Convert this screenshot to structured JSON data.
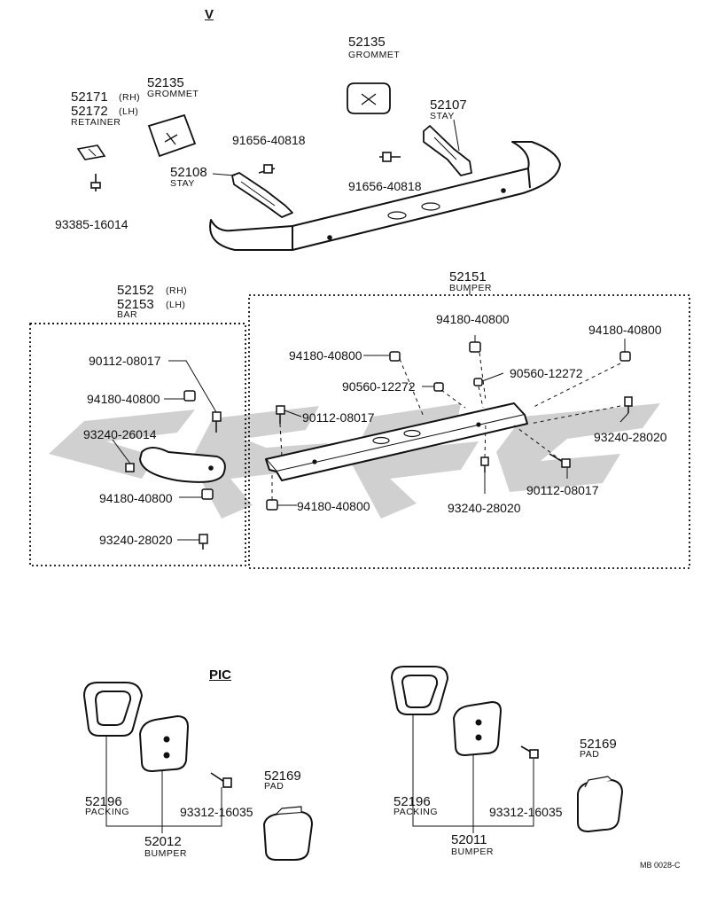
{
  "sections": {
    "v": "V",
    "pic": "PIC"
  },
  "watermark": "CPSC",
  "colors": {
    "ink": "#111111",
    "watermark": "#c8c8c8"
  },
  "labels": {
    "p52135a_num": "52135",
    "p52135a_name": "GROMMET",
    "p52135b_num": "52135",
    "p52135b_name": "GROMMET",
    "p52171_num": "52171",
    "p52171_side": "(RH)",
    "p52172_num": "52172",
    "p52172_side": "(LH)",
    "p52172_name": "RETAINER",
    "p52107_num": "52107",
    "p52107_name": "STAY",
    "p52108_num": "52108",
    "p52108_name": "STAY",
    "p91656a": "91656-40818",
    "p91656b": "91656-40818",
    "p93385": "93385-16014",
    "p52152_num": "52152",
    "p52152_side": "(RH)",
    "p52153_num": "52153",
    "p52153_side": "(LH)",
    "p52153_name": "BAR",
    "p52151_num": "52151",
    "p52151_name": "BUMPER",
    "bar_90112": "90112-08017",
    "bar_94180a": "94180-40800",
    "bar_93240a": "93240-26014",
    "bar_94180b": "94180-40800",
    "bar_93240b": "93240-28020",
    "bmp_94180a": "94180-40800",
    "bmp_94180b": "94180-40800",
    "bmp_94180c": "94180-40800",
    "bmp_90560a": "90560-12272",
    "bmp_90560b": "90560-12272",
    "bmp_90112a": "90112-08017",
    "bmp_90112b": "90112-08017",
    "bmp_93240a": "93240-28020",
    "bmp_93240b": "93240-28020",
    "bmp_94180d": "94180-40800",
    "l52196_num": "52196",
    "l52196_name": "PACKING",
    "l52012_num": "52012",
    "l52012_name": "BUMPER",
    "l93312": "93312-16035",
    "l52169_num": "52169",
    "l52169_name": "PAD",
    "r52196_num": "52196",
    "r52196_name": "PACKING",
    "r52011_num": "52011",
    "r52011_name": "BUMPER",
    "r93312": "93312-16035",
    "r52169_num": "52169",
    "r52169_name": "PAD",
    "code": "MB 0028-C"
  }
}
